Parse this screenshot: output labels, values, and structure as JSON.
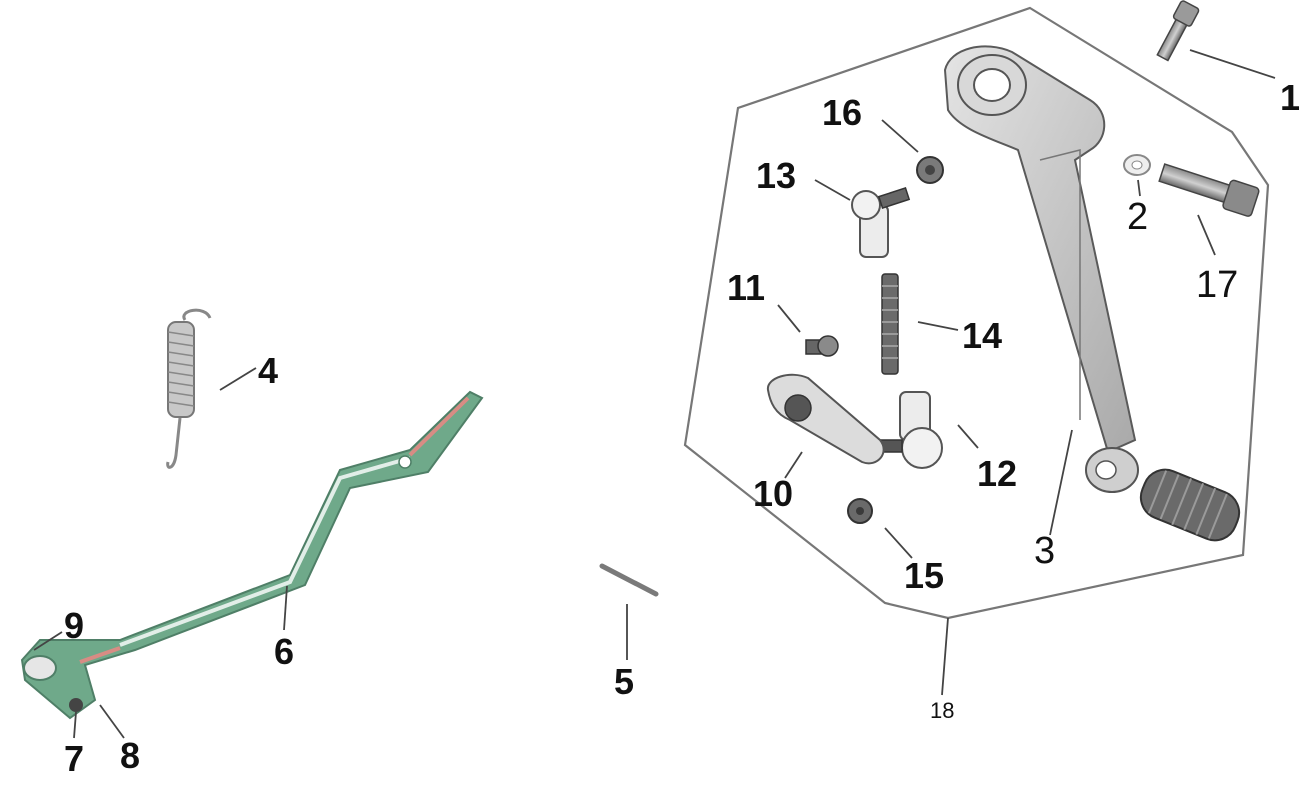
{
  "diagram": {
    "callouts": {
      "c1": "1",
      "c2": "2",
      "c3": "3",
      "c4": "4",
      "c5": "5",
      "c6": "6",
      "c7": "7",
      "c8": "8",
      "c9": "9",
      "c10": "10",
      "c11": "11",
      "c12": "12",
      "c13": "13",
      "c14": "14",
      "c15": "15",
      "c16": "16",
      "c17": "17",
      "c18": "18"
    },
    "colors": {
      "outline": "#777777",
      "part_grey": "#bdbdbd",
      "part_dark": "#555555",
      "lever_green": "#5f9a7c",
      "lever_red": "#d88c84"
    },
    "icons": [
      "spring-icon",
      "pin-icon",
      "brake-lever-icon",
      "gear-lever-icon",
      "bolt-icon",
      "nut-icon",
      "washer-icon",
      "rod-icon",
      "rod-end-icon",
      "arm-icon"
    ]
  }
}
